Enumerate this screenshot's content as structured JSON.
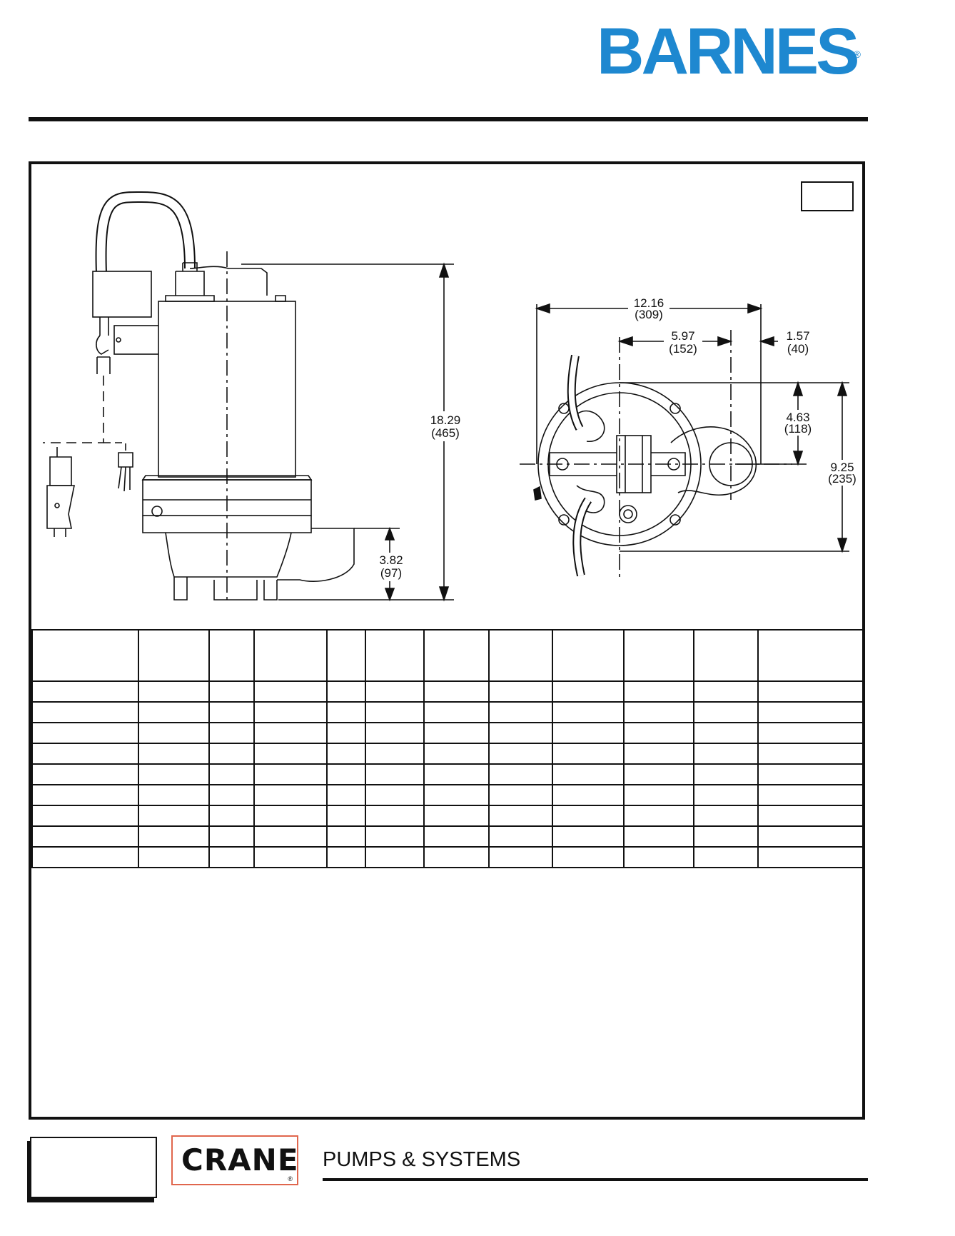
{
  "brand": {
    "name": "BARNES",
    "registered": "®",
    "color": "#1e88d0"
  },
  "drawing": {
    "side_view": {
      "overall_height": "18.29",
      "overall_height_mm": "(465)",
      "discharge_height": "3.82",
      "discharge_height_mm": "(97)"
    },
    "top_view": {
      "width": "12.16",
      "width_mm": "(309)",
      "center_to_discharge": "5.97",
      "center_to_discharge_mm": "(152)",
      "discharge_offset": "1.57",
      "discharge_offset_mm": "(40)",
      "half_depth": "4.63",
      "half_depth_mm": "(118)",
      "depth": "9.25",
      "depth_mm": "(235)"
    }
  },
  "table": {
    "columns": 12,
    "header_rows": 1,
    "body_rows": 9
  },
  "footer": {
    "crane": "CRANE",
    "crane_registered": "®",
    "crane_border_color": "#e0664d",
    "division": "PUMPS & SYSTEMS"
  }
}
